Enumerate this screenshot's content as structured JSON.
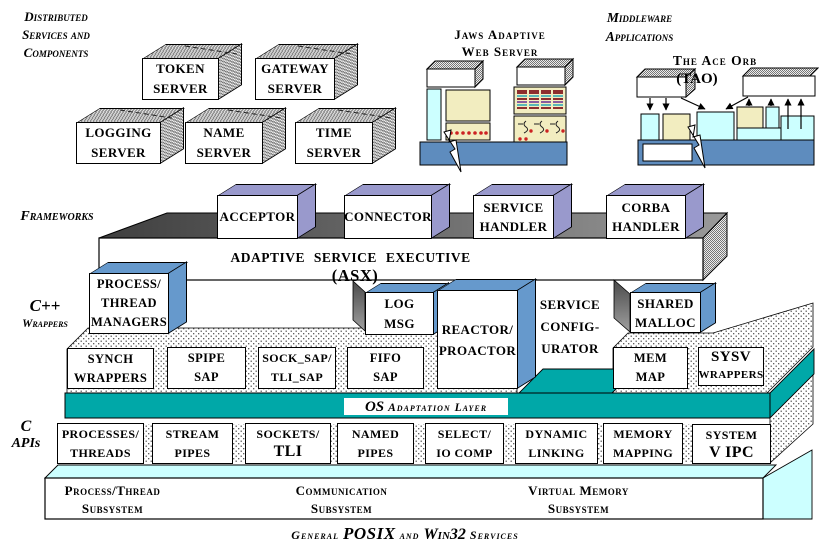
{
  "colors": {
    "lavender": "#9999cc",
    "steel_blue": "#6699cc",
    "teal": "#00a8a8",
    "pale_cyan": "#ccffff",
    "cream": "#f2edc0",
    "bar_blue": "#5e8cbe",
    "dither_gray": "#767676"
  },
  "labels": {
    "distributed": "Distributed\nServices and\nComponents",
    "middleware": "Middleware\nApplications",
    "frameworks": "Frameworks",
    "cpp": "C++",
    "cpp_sub": "Wrappers",
    "c": "C",
    "c_sub": "APIs",
    "jaws": "Jaws  Adaptive\nWeb  Server",
    "tao_title": "The  Ace  Orb",
    "tao_paren": "(TAO)"
  },
  "servers": {
    "token": "TOKEN\nSERVER",
    "gateway": "GATEWAY\nSERVER",
    "logging": "LOGGING\nSERVER",
    "name": "NAME\nSERVER",
    "time": "TIME\nSERVER"
  },
  "frameworks_row": {
    "acceptor": "ACCEPTOR",
    "connector": "CONNECTOR",
    "service_handler": "SERVICE\nHANDLER",
    "corba_handler": "CORBA\nHANDLER"
  },
  "asx": {
    "prefix": "ADAPTIVE  SERVICE  EXECUTIVE",
    "paren": "(ASX)"
  },
  "wrappers": {
    "process_thread_managers": "PROCESS/\nTHREAD\nMANAGERS",
    "log_msg": "LOG\nMSG",
    "reactor": "REACTOR/\nPROACTOR",
    "service_configurator": "SERVICE\nCONFIG-\nURATOR",
    "shared_malloc": "SHARED\nMALLOC",
    "synch": "SYNCH\nWRAPPERS",
    "spipe": "SPIPE\nSAP",
    "sock": "SOCK_SAP/\nTLI_SAP",
    "fifo": "FIFO\nSAP",
    "mem_map": "MEM\nMAP",
    "sysv_big": "SYSV",
    "sysv_rest": "WRAPPERS"
  },
  "os_layer": {
    "strong": "OS",
    "rest": "Adaptation Layer"
  },
  "c_apis": {
    "processes": "PROCESSES/\nTHREADS",
    "stream": "STREAM\nPIPES",
    "sockets_top": "SOCKETS/",
    "sockets_tli": "TLI",
    "named": "NAMED\nPIPES",
    "select": "SELECT/\nIO  COMP",
    "dynamic": "DYNAMIC\nLINKING",
    "memory": "MEMORY\nMAPPING",
    "system_top": "SYSTEM",
    "system_big": "V IPC"
  },
  "subsystems": {
    "process_thread": "Process/Thread\nSubsystem",
    "communication": "Communication\nSubsystem",
    "virtual_memory": "Virtual  Memory\nSubsystem"
  },
  "caption": {
    "general": "General",
    "posix": "POSIX",
    "and": "and",
    "win32": "Win32",
    "services": "Services"
  }
}
